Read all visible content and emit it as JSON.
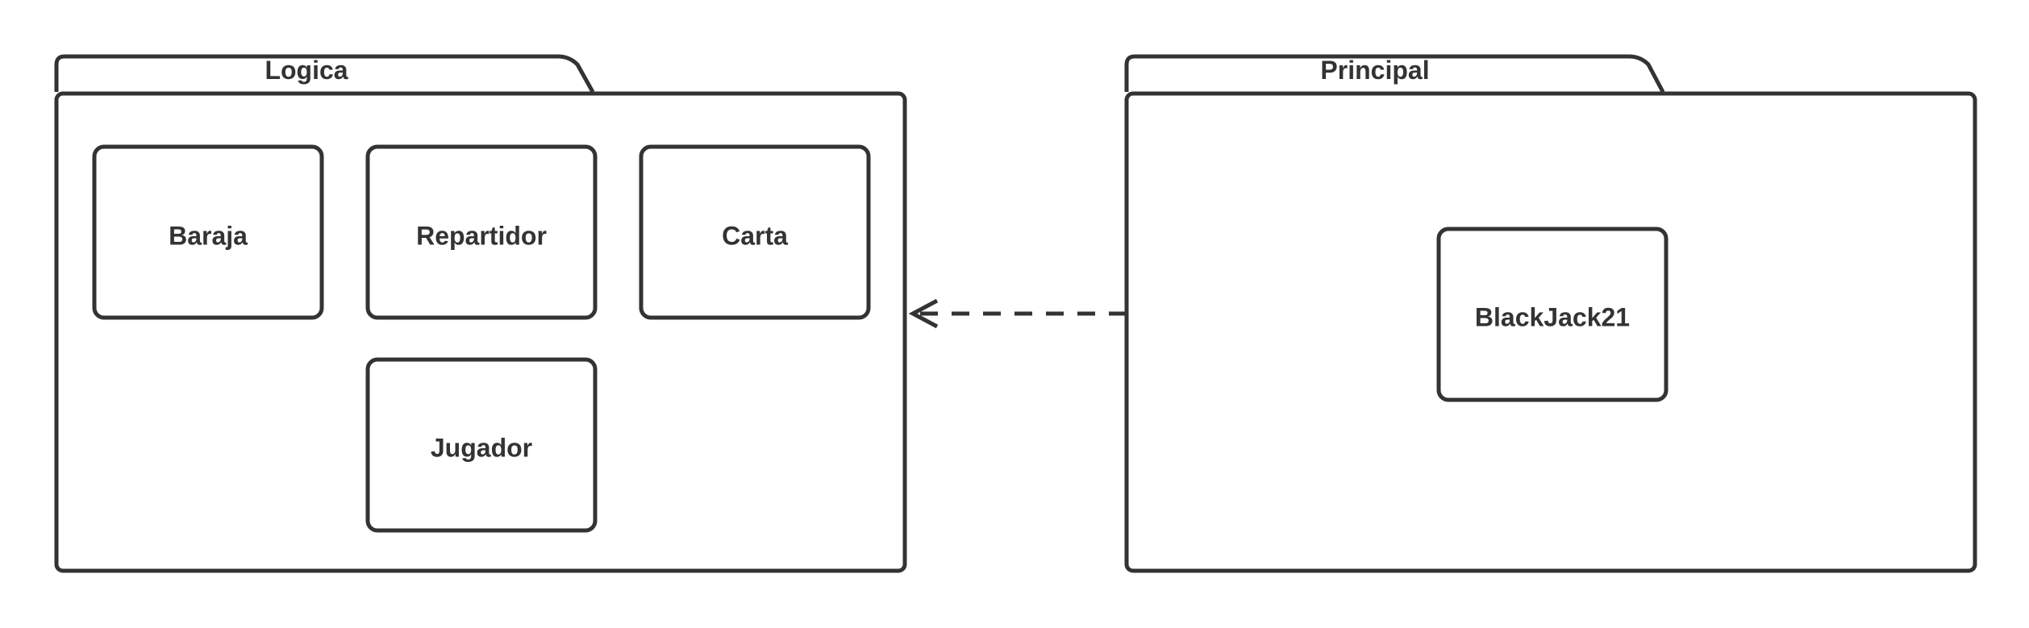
{
  "diagram": {
    "stroke_color": "#333333",
    "background": "#ffffff",
    "packages": [
      {
        "id": "logica",
        "title": "Logica",
        "classes": [
          "Baraja",
          "Repartidor",
          "Carta",
          "Jugador"
        ]
      },
      {
        "id": "principal",
        "title": "Principal",
        "classes": [
          "BlackJack21"
        ]
      }
    ],
    "dependency": {
      "from": "Principal",
      "to": "Logica",
      "style": "dashed",
      "arrowhead": "open"
    }
  }
}
